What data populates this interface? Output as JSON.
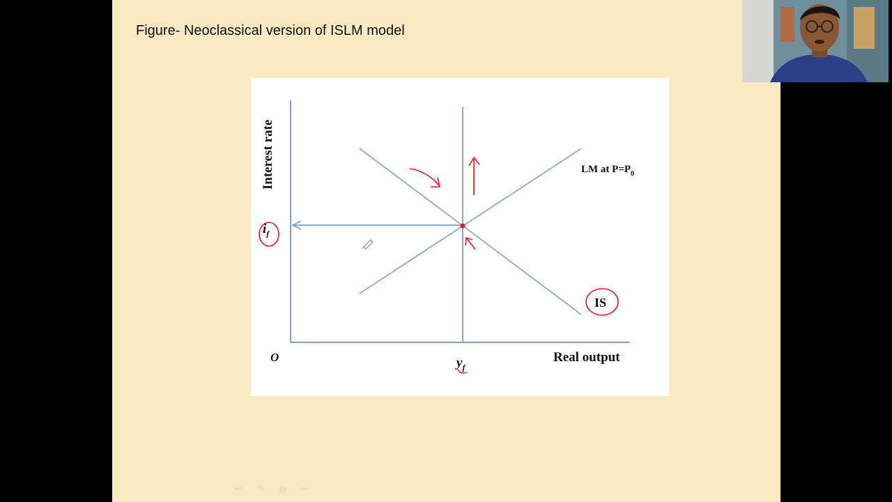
{
  "slide": {
    "title": "Figure- Neoclassical version of ISLM model"
  },
  "diagram": {
    "y_axis_label": "Interest rate",
    "x_axis_label": "Real output",
    "origin_label": "O",
    "interest_label": "i",
    "interest_subscript": "f",
    "output_label": "y",
    "output_subscript": "f",
    "lm_label_main": "LM at P=P",
    "lm_label_subscript": "0",
    "is_label": "IS",
    "colors": {
      "curve": "#7f9fc6",
      "annotation": "#e8141e",
      "text": "#111111"
    }
  },
  "webcam": {
    "description_icon": "presenter-video-icon"
  },
  "controls": {
    "icons": [
      "previous-slide-icon",
      "pen-icon",
      "menu-icon",
      "next-slide-icon"
    ]
  }
}
